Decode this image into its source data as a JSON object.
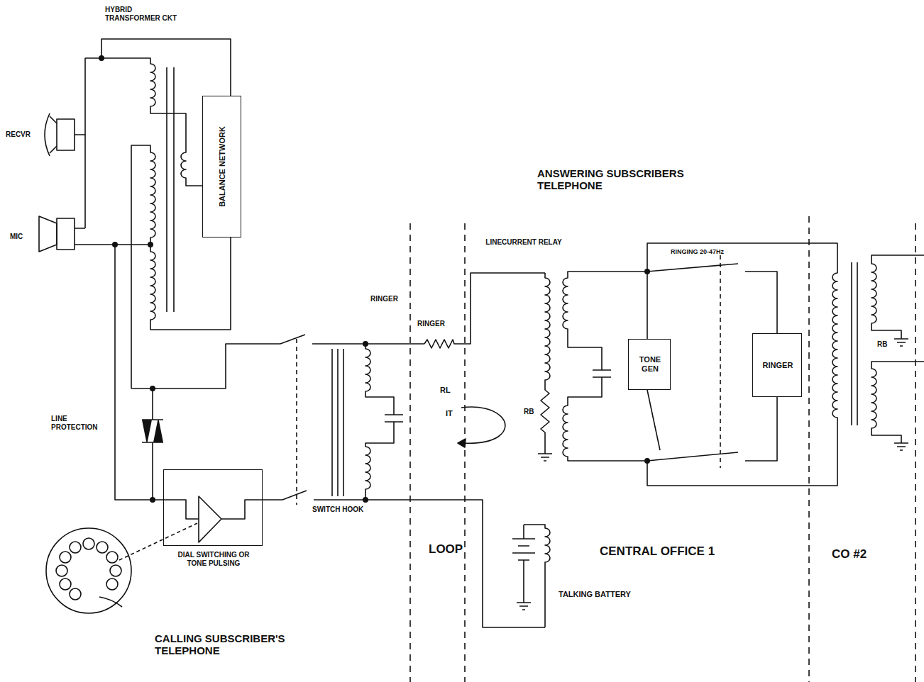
{
  "diagram": {
    "nodes": [
      {
        "text": [
          "BALANCE NETWORK"
        ]
      },
      {
        "text": [
          "DIAL SWITCHING OR TONE PULSING"
        ]
      },
      {
        "text": [
          "TONE GEN"
        ]
      },
      {
        "text": [
          "RINGER"
        ]
      }
    ],
    "labels": [
      "HYBRID TRANSFORMER CKT",
      "RECVR",
      "MIC",
      "ANSWERING SUBSCRIBERS TELEPHONE",
      "LINECURRENT RELAY",
      "RINGER",
      "RINGER",
      "RINGING 20-47Hz",
      "RL",
      "IT",
      "RB",
      "LINE PROTECTION",
      "SWITCH HOOK",
      "LOOP",
      "CENTRAL OFFICE 1",
      "TALKING BATTERY",
      "CO #2",
      "RB",
      "CALLING SUBSCRIBER'S TELEPHONE"
    ]
  }
}
